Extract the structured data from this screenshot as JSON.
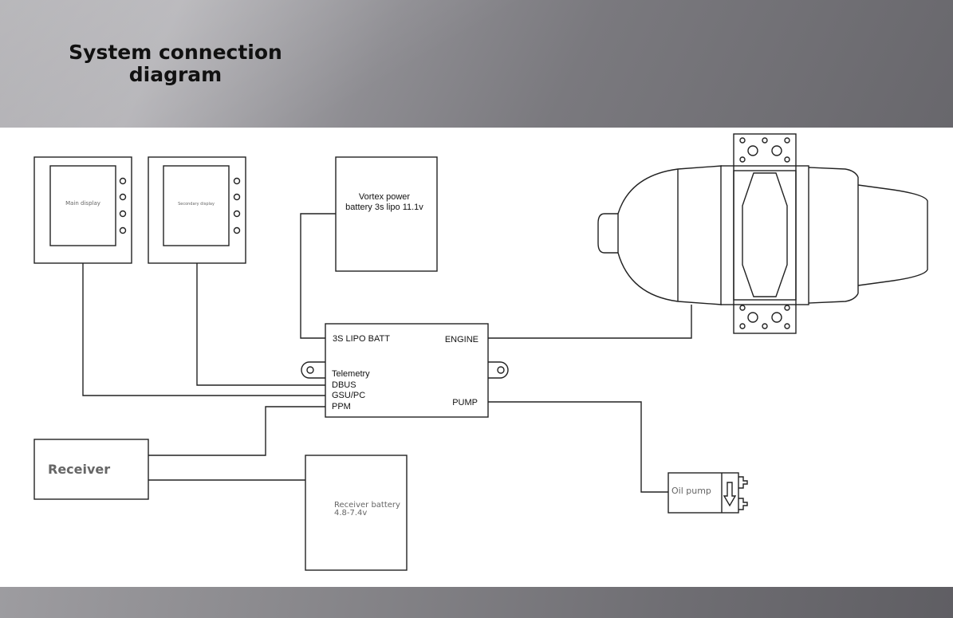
{
  "title": {
    "line1": "System connection",
    "line2": "diagram"
  },
  "displays": {
    "main": "Main display",
    "secondary": "Secondary display"
  },
  "battery": {
    "line1": "Vortex power",
    "line2": "battery 3s lipo 11.1v"
  },
  "ecu": {
    "batt_port": "3S LIPO BATT",
    "engine_port": "ENGINE",
    "telemetry_port": "Telemetry",
    "dbus_port": "DBUS",
    "gsu_port": "GSU/PC",
    "ppm_port": "PPM",
    "pump_port": "PUMP"
  },
  "receiver": {
    "label": "Receiver"
  },
  "receiver_battery": {
    "line1": "Receiver battery",
    "line2": "4.8-7.4v"
  },
  "oil_pump": {
    "label": "Oil pump"
  }
}
